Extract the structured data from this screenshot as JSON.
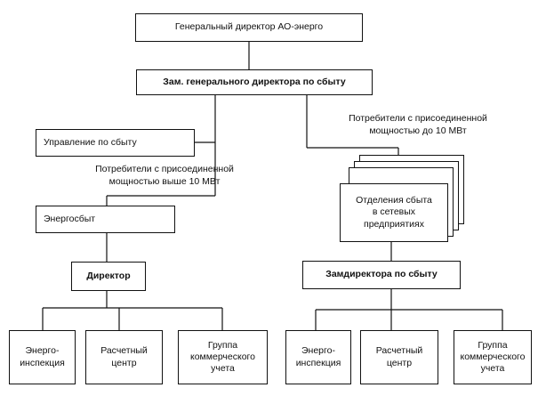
{
  "nodes": {
    "gen_director": "Генеральный директор АО-энерго",
    "deputy": "Зам. генерального директора  по сбыту",
    "sales_management": "Управление по сбыту",
    "energosbyt": "Энергосбыт",
    "director": "Директор",
    "inspection_left": "Энерго-\nинспекция",
    "calc_center_left": "Расчетный\nцентр",
    "commercial_group_left": "Группа\nкоммерческого\nучета",
    "sales_divisions": "Отделения сбыта\nв сетевых\nпредприятиях",
    "deputy_director_sales": "Замдиректора  по сбыту",
    "inspection_right": "Энерго-\nинспекция",
    "calc_center_right": "Расчетный\nцентр",
    "commercial_group_right": "Группа\nкоммерческого\nучета"
  },
  "labels": {
    "consumers_above": "Потребители с присоединенной\nмощностью выше 10 МВт",
    "consumers_below": "Потребители с присоединенной\nмощностью до 10 МВт"
  }
}
